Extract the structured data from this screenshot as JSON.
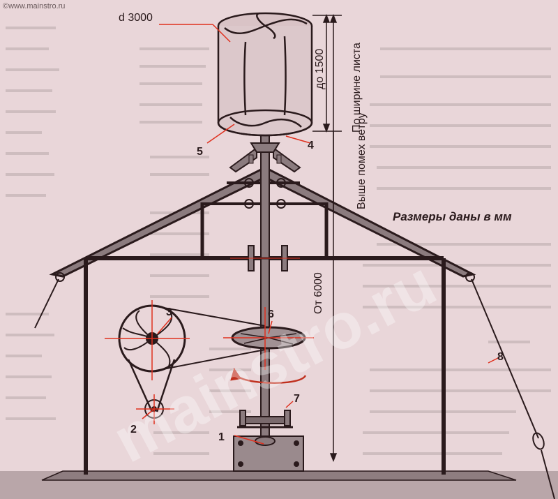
{
  "watermark_url": "©www.mainstro.ru",
  "watermark_big": "mainstro.ru",
  "dimensions": {
    "diameter": "d 3000",
    "rotor_height": "до 1500",
    "sheet_width": "По ширине листа",
    "above_obstacles": "Выше помех ветру",
    "total_height": "От 6000"
  },
  "note": "Размеры даны в мм",
  "callouts": [
    "1",
    "2",
    "3",
    "4",
    "5",
    "6",
    "7",
    "8"
  ],
  "colors": {
    "background": "#e9d6d9",
    "line": "#2a1a1c",
    "leader": "#e0301e",
    "page_text": "#a89a9c"
  }
}
